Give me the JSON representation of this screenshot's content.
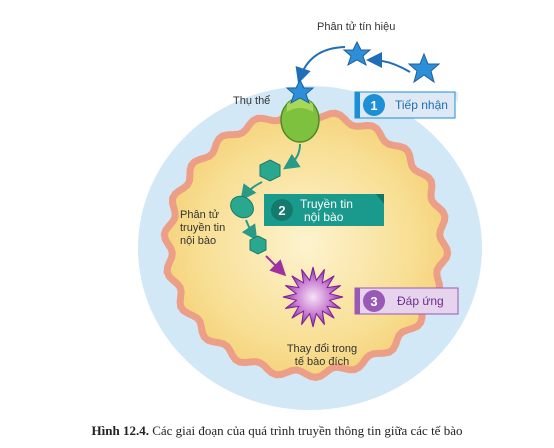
{
  "labels": {
    "signal_molecule": "Phân tử tín hiệu",
    "receptor": "Thụ thể",
    "messenger_line1": "Phân tử",
    "messenger_line2": "truyền tin",
    "messenger_line3": "nội bào",
    "change_line1": "Thay đổi trong",
    "change_line2": "tế bào đích"
  },
  "steps": [
    {
      "number": "1",
      "line1": "Tiếp nhận",
      "line2": "",
      "color": "#1c8fd6",
      "text_color": "#1c6fb0"
    },
    {
      "number": "2",
      "line1": "Truyền tin",
      "line2": "nội bào",
      "color": "#1a9a8c",
      "text_color": "#ffffff"
    },
    {
      "number": "3",
      "line1": "Đáp ứng",
      "line2": "",
      "color": "#9b59b6",
      "text_color": "#6a2f86"
    }
  ],
  "caption": {
    "figure": "Hình 12.4.",
    "text": " Các giai đoạn của quá trình truyền thông tin giữa các tế bào"
  },
  "colors": {
    "outer_halo": "#cfe6f6",
    "membrane": "#f0a58a",
    "cytoplasm": "#f7d98a",
    "signal_star": "#2c8fd8",
    "receptor": "#7cbf3c",
    "messenger": "#2aa88f",
    "response_star": "#a03cb8"
  }
}
